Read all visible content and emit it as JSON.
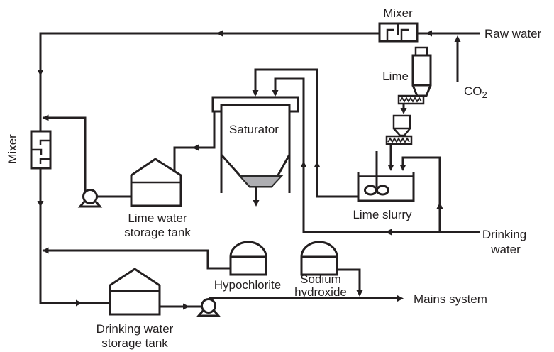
{
  "diagram": {
    "type": "process-flow-diagram",
    "subject": "lime water / drinking water treatment plant",
    "labels": {
      "mixer_top": "Mixer",
      "raw_water": "Raw water",
      "co2_base": "CO",
      "co2_sub": "2",
      "lime": "Lime",
      "saturator": "Saturator",
      "mixer_left": "Mixer",
      "lime_water_tank_line1": "Lime water",
      "lime_water_tank_line2": "storage tank",
      "lime_slurry": "Lime slurry",
      "drinking_water_line1": "Drinking",
      "drinking_water_line2": "water",
      "hypochlorite": "Hypochlorite",
      "sodium_hydroxide_line1": "Sodium",
      "sodium_hydroxide_line2": "hydroxide",
      "drinking_tank_line1": "Drinking water",
      "drinking_tank_line2": "storage tank",
      "mains_system": "Mains system"
    },
    "colors": {
      "line": "#231f20",
      "sludge_fill": "#aeaeb2",
      "background": "#ffffff"
    }
  }
}
